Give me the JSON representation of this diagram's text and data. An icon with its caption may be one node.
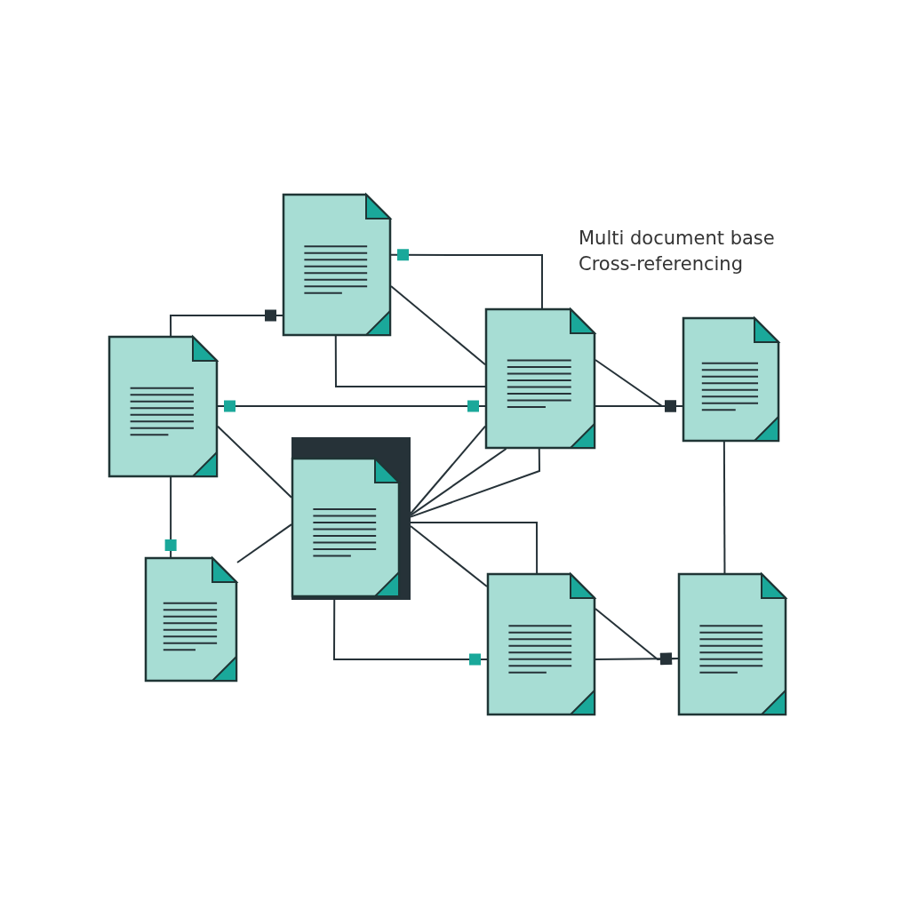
{
  "diagram": {
    "nodes": [
      {
        "text": [],
        "shape": "document"
      },
      {
        "text": [],
        "shape": "document"
      },
      {
        "text": [],
        "shape": "document"
      },
      {
        "text": [],
        "shape": "document"
      },
      {
        "text": [],
        "shape": "document"
      },
      {
        "text": [],
        "shape": "document"
      },
      {
        "text": [],
        "shape": "document"
      },
      {
        "text": [],
        "shape": "document"
      }
    ],
    "edges": [
      {
        "from": 1,
        "to": 0,
        "arrow": "other"
      },
      {
        "from": 0,
        "to": 3,
        "arrow": "other"
      },
      {
        "from": 0,
        "to": 3,
        "arrow": "none"
      },
      {
        "from": 0,
        "to": 3,
        "arrow": "none"
      },
      {
        "from": 1,
        "to": 3,
        "arrow": "other"
      },
      {
        "from": 3,
        "to": 4,
        "arrow": "other"
      },
      {
        "from": 3,
        "to": 4,
        "arrow": "other"
      },
      {
        "from": 1,
        "to": 2,
        "arrow": "none"
      },
      {
        "from": 1,
        "to": 5,
        "arrow": "other"
      },
      {
        "from": 5,
        "to": 2,
        "arrow": "none"
      },
      {
        "from": 2,
        "to": 3,
        "arrow": "none"
      },
      {
        "from": 2,
        "to": 3,
        "arrow": "none"
      },
      {
        "from": 2,
        "to": 3,
        "arrow": "none"
      },
      {
        "from": 2,
        "to": 6,
        "arrow": "none"
      },
      {
        "from": 2,
        "to": 6,
        "arrow": "none"
      },
      {
        "from": 2,
        "to": 6,
        "arrow": "other"
      },
      {
        "from": 6,
        "to": 7,
        "arrow": "other"
      },
      {
        "from": 6,
        "to": 7,
        "arrow": "other"
      },
      {
        "from": 4,
        "to": 7,
        "arrow": "none"
      }
    ],
    "labels": [
      "Multi document base Cross-referencing"
    ]
  }
}
